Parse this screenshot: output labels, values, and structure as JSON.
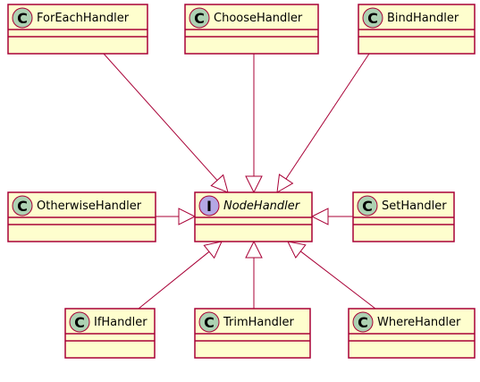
{
  "diagram": {
    "nodes": [
      {
        "id": "foreach",
        "label": "ForEachHandler",
        "kind": "class",
        "badge_letter": "C",
        "badge_color": "#ADD1B2"
      },
      {
        "id": "choose",
        "label": "ChooseHandler",
        "kind": "class",
        "badge_letter": "C",
        "badge_color": "#ADD1B2"
      },
      {
        "id": "bind",
        "label": "BindHandler",
        "kind": "class",
        "badge_letter": "C",
        "badge_color": "#ADD1B2"
      },
      {
        "id": "otherwise",
        "label": "OtherwiseHandler",
        "kind": "class",
        "badge_letter": "C",
        "badge_color": "#ADD1B2"
      },
      {
        "id": "node",
        "label": "NodeHandler",
        "kind": "interface",
        "badge_letter": "I",
        "badge_color": "#B4A7E5"
      },
      {
        "id": "set",
        "label": "SetHandler",
        "kind": "class",
        "badge_letter": "C",
        "badge_color": "#ADD1B2"
      },
      {
        "id": "if",
        "label": "IfHandler",
        "kind": "class",
        "badge_letter": "C",
        "badge_color": "#ADD1B2"
      },
      {
        "id": "trim",
        "label": "TrimHandler",
        "kind": "class",
        "badge_letter": "C",
        "badge_color": "#ADD1B2"
      },
      {
        "id": "where",
        "label": "WhereHandler",
        "kind": "class",
        "badge_letter": "C",
        "badge_color": "#ADD1B2"
      }
    ],
    "edges": [
      {
        "from": "foreach",
        "to": "node",
        "relation": "implements"
      },
      {
        "from": "choose",
        "to": "node",
        "relation": "implements"
      },
      {
        "from": "bind",
        "to": "node",
        "relation": "implements"
      },
      {
        "from": "otherwise",
        "to": "node",
        "relation": "implements"
      },
      {
        "from": "set",
        "to": "node",
        "relation": "implements"
      },
      {
        "from": "if",
        "to": "node",
        "relation": "implements"
      },
      {
        "from": "trim",
        "to": "node",
        "relation": "implements"
      },
      {
        "from": "where",
        "to": "node",
        "relation": "implements"
      }
    ],
    "colors": {
      "node_fill": "#FEFECE",
      "border": "#A80036",
      "class_badge": "#ADD1B2",
      "interface_badge": "#B4A7E5"
    }
  }
}
